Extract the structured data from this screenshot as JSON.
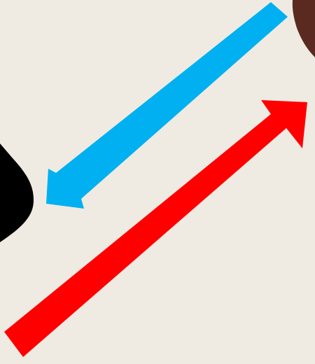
{
  "background_color": "#efebe2",
  "arrows": [
    {
      "name": "blue-arrow",
      "color": "#00b0f0",
      "direction": "down-left"
    },
    {
      "name": "red-arrow",
      "color": "#ff0000",
      "direction": "up-right"
    }
  ],
  "partial_shapes": [
    {
      "name": "black-shape-partial",
      "color": "#000000"
    },
    {
      "name": "brown-shape-partial",
      "color": "#5a2a20"
    }
  ]
}
